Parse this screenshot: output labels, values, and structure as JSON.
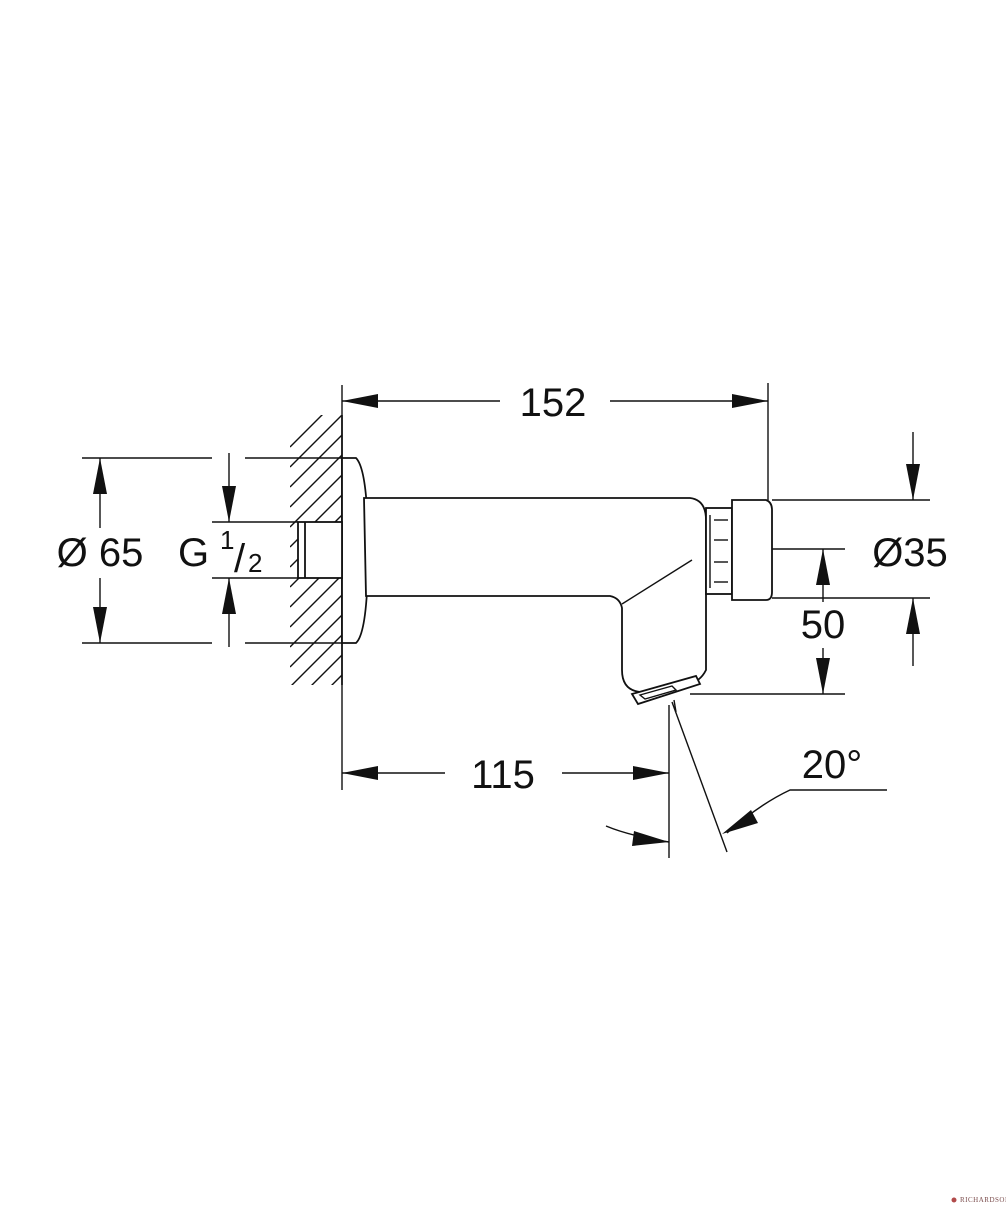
{
  "dimensions": {
    "overall_length": "152",
    "spout_reach": "115",
    "flange_diameter": "Ø 65",
    "thread_size": "G",
    "thread_numerator": "1",
    "thread_slash": "/",
    "thread_denominator": "2",
    "body_diameter": "Ø35",
    "outlet_height": "50",
    "outlet_angle": "20°"
  },
  "watermark": {
    "text": "RICHARDSON"
  },
  "colors": {
    "line": "#111111",
    "background": "#ffffff",
    "watermark": "#7a4b4b"
  }
}
